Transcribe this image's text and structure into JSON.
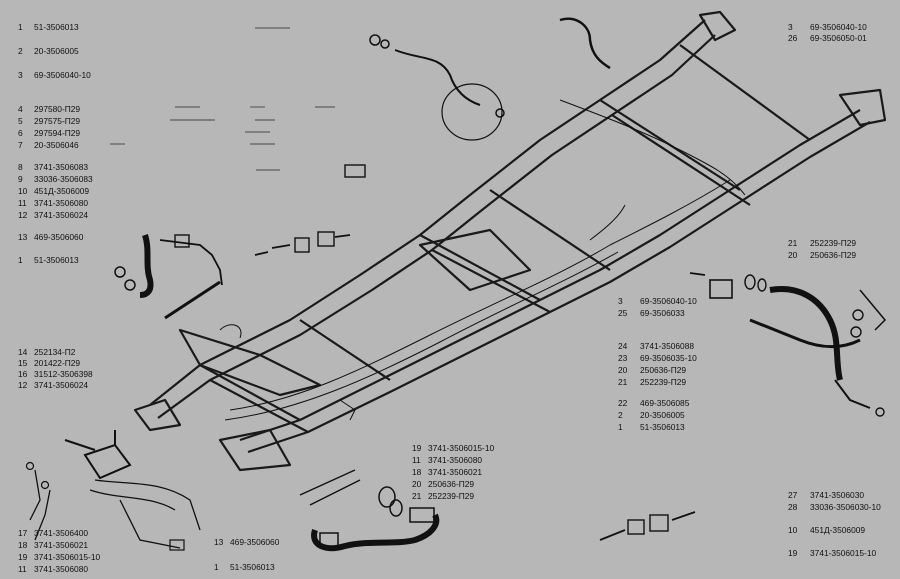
{
  "labels": [
    {
      "no": "1",
      "code": "51-3506013"
    },
    {
      "no": "2",
      "code": "20-3506005"
    },
    {
      "no": "3",
      "code": "69-3506040-10"
    },
    {
      "no": "4",
      "code": "297580-П29"
    },
    {
      "no": "5",
      "code": "297575-П29"
    },
    {
      "no": "6",
      "code": "297594-П29"
    },
    {
      "no": "7",
      "code": "20-3506046"
    },
    {
      "no": "8",
      "code": "3741-3506083"
    },
    {
      "no": "9",
      "code": "33036-3506083"
    },
    {
      "no": "10",
      "code": "451Д-3506009"
    },
    {
      "no": "11",
      "code": "3741-3506080"
    },
    {
      "no": "12",
      "code": "3741-3506024"
    },
    {
      "no": "13",
      "code": "469-3506060"
    },
    {
      "no": "1",
      "code": "51-3506013"
    },
    {
      "no": "14",
      "code": "252134-П2"
    },
    {
      "no": "15",
      "code": "201422-П29"
    },
    {
      "no": "16",
      "code": "31512-3506398"
    },
    {
      "no": "12",
      "code": "3741-3506024"
    },
    {
      "no": "17",
      "code": "3741-3506400"
    },
    {
      "no": "18",
      "code": "3741-3506021"
    },
    {
      "no": "19",
      "code": "3741-3506015-10"
    },
    {
      "no": "11",
      "code": "3741-3506080"
    },
    {
      "no": "13",
      "code": "469-3506060"
    },
    {
      "no": "1",
      "code": "51-3506013"
    },
    {
      "no": "19",
      "code": "3741-3506015-10"
    },
    {
      "no": "11",
      "code": "3741-3506080"
    },
    {
      "no": "18",
      "code": "3741-3506021"
    },
    {
      "no": "20",
      "code": "250636-П29"
    },
    {
      "no": "21",
      "code": "252239-П29"
    },
    {
      "no": "3",
      "code": "69-3506040-10"
    },
    {
      "no": "26",
      "code": "69-3506050-01"
    },
    {
      "no": "21",
      "code": "252239-П29"
    },
    {
      "no": "20",
      "code": "250636-П29"
    },
    {
      "no": "3",
      "code": "69-3506040-10"
    },
    {
      "no": "25",
      "code": "69-3506033"
    },
    {
      "no": "24",
      "code": "3741-3506088"
    },
    {
      "no": "23",
      "code": "69-3506035-10"
    },
    {
      "no": "20",
      "code": "250636-П29"
    },
    {
      "no": "21",
      "code": "252239-П29"
    },
    {
      "no": "22",
      "code": "469-3506085"
    },
    {
      "no": "2",
      "code": "20-3506005"
    },
    {
      "no": "1",
      "code": "51-3506013"
    },
    {
      "no": "27",
      "code": "3741-3506030"
    },
    {
      "no": "28",
      "code": "33036-3506030-10"
    },
    {
      "no": "10",
      "code": "451Д-3506009"
    },
    {
      "no": "19",
      "code": "3741-3506015-10"
    }
  ]
}
